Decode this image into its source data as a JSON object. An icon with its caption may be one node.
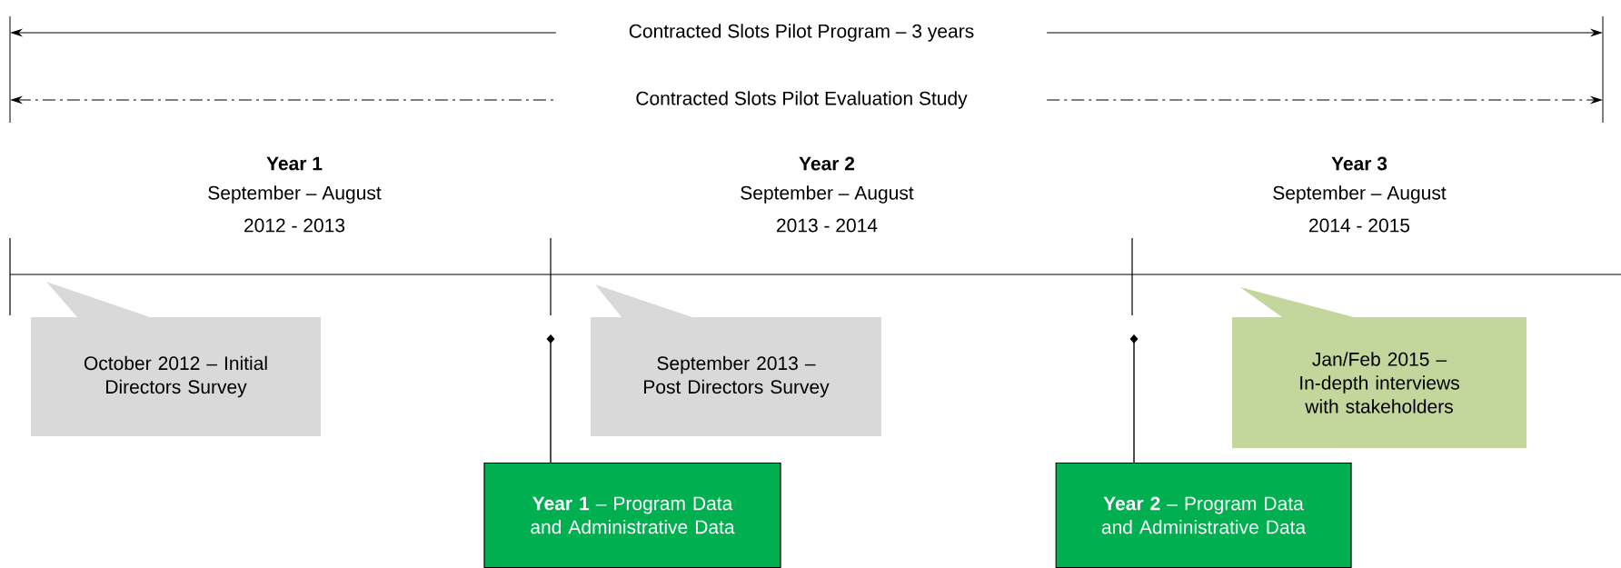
{
  "diagram": {
    "nodes": [
      {
        "text": [
          "October 2012 – Initial Directors Survey"
        ]
      },
      {
        "text": [
          "September 2013 – Post Directors Survey"
        ]
      },
      {
        "text": [
          "Jan/Feb 2015 – In-depth interviews with stakeholders"
        ]
      },
      {
        "text": [
          "**Year 1** – Program Data and Administrative Data"
        ]
      },
      {
        "text": [
          "**Year 2** – Program Data and Administrative Data"
        ]
      }
    ],
    "edges": [
      {
        "from": 3,
        "to": null,
        "arrow": "other"
      },
      {
        "from": 4,
        "to": null,
        "arrow": "other"
      }
    ],
    "labels": [
      "Contracted Slots Pilot Program – 3 years",
      "Contracted Slots Pilot Evaluation Study",
      "Year 1",
      "September – August",
      "2012 - 2013",
      "Year 2",
      "September – August",
      "2013 - 2014",
      "Year 3",
      "September – August",
      "2014 - 2015"
    ]
  }
}
